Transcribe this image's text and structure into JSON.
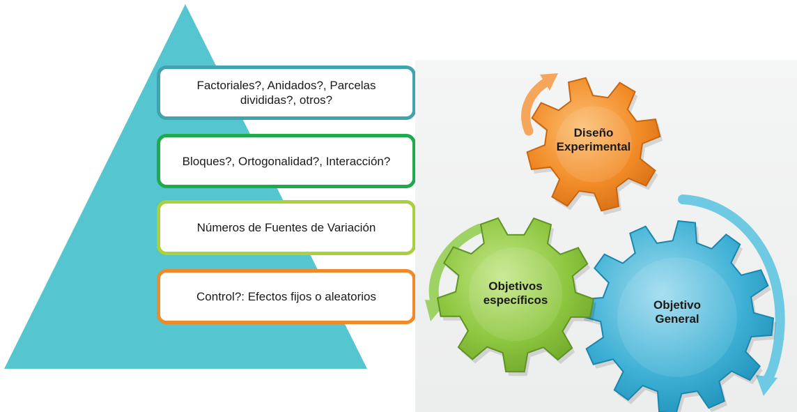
{
  "pyramid": {
    "color": "#55c5cf",
    "levels": [
      {
        "text": "Factoriales?, Anidados?, Parcelas divididas?, otros?",
        "border_color": "#41a3ad"
      },
      {
        "text": "Bloques?, Ortogonalidad?, Interacción?",
        "border_color": "#1faa4e"
      },
      {
        "text": "Números de Fuentes de Variación",
        "border_color": "#a9d13d"
      },
      {
        "text": "Control?: Efectos fijos o aleatorios",
        "border_color": "#ef8a2a"
      }
    ]
  },
  "gears": [
    {
      "label_line1": "Diseño",
      "label_line2": "Experimental",
      "color": "#f28c28"
    },
    {
      "label_line1": "Objetivos",
      "label_line2": "específicos",
      "color": "#8dc63f"
    },
    {
      "label_line1": "Objetivo",
      "label_line2": "General",
      "color": "#3fb1d5"
    }
  ]
}
